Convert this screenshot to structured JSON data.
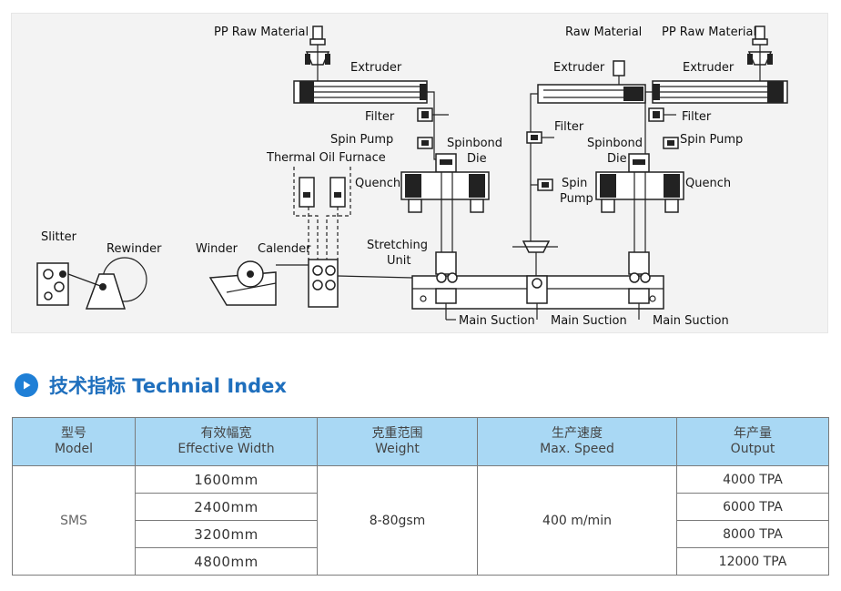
{
  "diagram": {
    "labels": {
      "pp_raw_material_left": "PP Raw Material",
      "raw_material_mid": "Raw Material",
      "pp_raw_material_right": "PP Raw Material",
      "extruder_left": "Extruder",
      "extruder_mid": "Extruder",
      "extruder_right": "Extruder",
      "filter_left": "Filter",
      "filter_mid": "Filter",
      "filter_right": "Filter",
      "spin_pump_left": "Spin Pump",
      "spin_pump_mid_1": "Spin",
      "spin_pump_mid_2": "Pump",
      "spin_pump_right": "Spin Pump",
      "spinbond_die_left_1": "Spinbond",
      "spinbond_die_left_2": "Die",
      "spinbond_die_right_1": "Spinbond",
      "spinbond_die_right_2": "Die",
      "thermal_oil_furnace": "Thermal Oil Furnace",
      "quench_left": "Quench",
      "quench_right": "Quench",
      "stretching_unit_1": "Stretching",
      "stretching_unit_2": "Unit",
      "slitter": "Slitter",
      "rewinder": "Rewinder",
      "winder": "Winder",
      "calender": "Calender",
      "main_suction_1": "Main Suction",
      "main_suction_2": "Main Suction",
      "main_suction_3": "Main Suction"
    }
  },
  "section": {
    "title": "技术指标 Technial Index",
    "accent_color": "#1f7fd6"
  },
  "table": {
    "headers": [
      {
        "zh": "型号",
        "en": "Model"
      },
      {
        "zh": "有效幅宽",
        "en": "Effective Width"
      },
      {
        "zh": "克重范围",
        "en": "Weight"
      },
      {
        "zh": "生产速度",
        "en": "Max. Speed"
      },
      {
        "zh": "年产量",
        "en": "Output"
      }
    ],
    "model": "SMS",
    "widths": [
      "1600mm",
      "2400mm",
      "3200mm",
      "4800mm"
    ],
    "weight": "8-80gsm",
    "speed": "400 m/min",
    "outputs": [
      "4000 TPA",
      "6000 TPA",
      "8000 TPA",
      "12000 TPA"
    ],
    "header_bg": "#a9d8f4"
  }
}
